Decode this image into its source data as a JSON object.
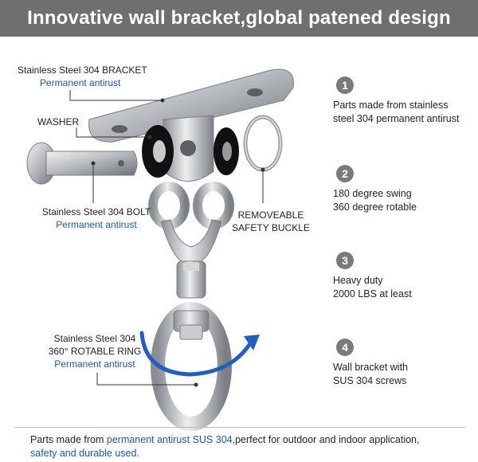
{
  "banner": {
    "title": "Innovative wall bracket,global patened design"
  },
  "labels": {
    "bracket": {
      "line1": "Stainless Steel 304 BRACKET",
      "line2": "Permanent antirust"
    },
    "washer": {
      "line1": "WASHER"
    },
    "bolt": {
      "line1": "Stainless Steel 304 BOLT",
      "line2": "Permanent antirust"
    },
    "buckle": {
      "line1": "REMOVEABLE",
      "line2": "SAFETY BUCKLE"
    },
    "ring": {
      "line1": "Stainless Steel 304",
      "line2": "360° ROTABLE RING",
      "line3": "Permanent antirust"
    }
  },
  "features": [
    {
      "number": "1",
      "line1": "Parts made from stainless",
      "line2": "steel 304 permanent antirust"
    },
    {
      "number": "2",
      "line1": "180 degree swing",
      "line2": "360 degree rotable"
    },
    {
      "number": "3",
      "line1": "Heavy duty",
      "line2": "2000 LBS at least"
    },
    {
      "number": "4",
      "line1": "Wall bracket with",
      "line2": "SUS 304 screws"
    }
  ],
  "footer": {
    "part1": "Parts made from ",
    "highlight": "permanent antirust SUS 304",
    "part2": ",perfect for outdoor and indoor application,",
    "line2": "safety and durable used."
  },
  "colors": {
    "banner": "#6f6f6f",
    "accent_blue": "#1a57a8",
    "arrow_blue": "#1f5fc4"
  }
}
